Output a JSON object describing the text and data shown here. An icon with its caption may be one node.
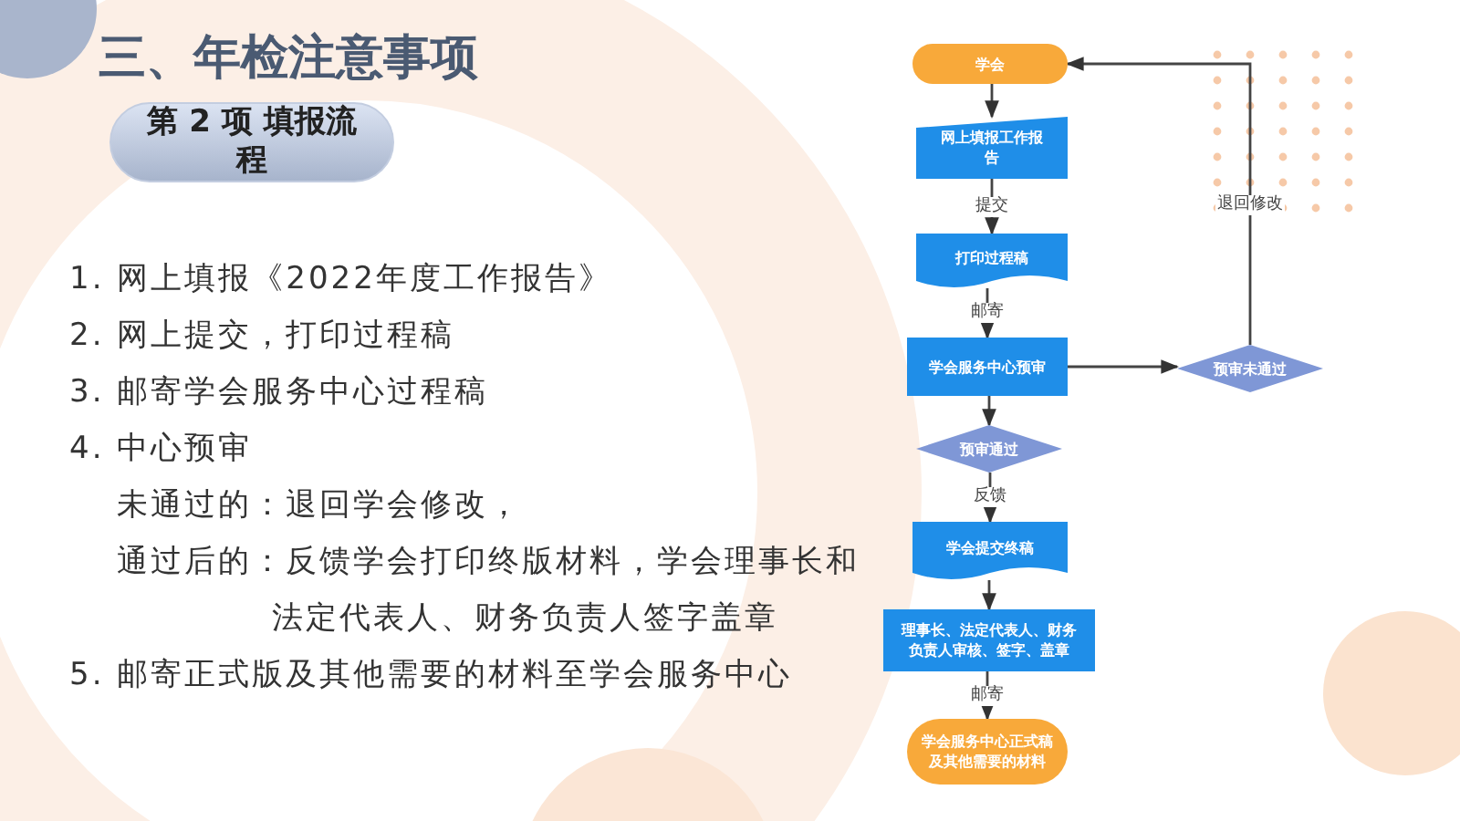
{
  "diagram": {
    "title": "三、年检注意事项",
    "nodes": [
      {
        "text": [
          "第 2 项 填报流程"
        ]
      },
      {
        "text": [
          "学会"
        ]
      },
      {
        "text": [
          "网上填报工作报告"
        ]
      },
      {
        "text": [
          "打印过程稿"
        ]
      },
      {
        "text": [
          "学会服务中心预审"
        ]
      },
      {
        "text": [
          "预审未通过"
        ]
      },
      {
        "text": [
          "预审通过"
        ]
      },
      {
        "text": [
          "学会提交终稿"
        ]
      },
      {
        "text": [
          "理事长、法定代表人、财务负责人审核、签字、盖章"
        ]
      },
      {
        "text": [
          "学会服务中心正式稿及其他需要的材料"
        ]
      }
    ],
    "edges": [
      {
        "from": 1,
        "to": 2,
        "arrow": "to"
      },
      {
        "from": 2,
        "to": 3,
        "arrow": "to",
        "label": "提交"
      },
      {
        "from": 3,
        "to": 4,
        "arrow": "to",
        "label": "邮寄"
      },
      {
        "from": 4,
        "to": 5,
        "arrow": "to"
      },
      {
        "from": 5,
        "to": 1,
        "arrow": "to",
        "label": "退回修改"
      },
      {
        "from": 4,
        "to": 6,
        "arrow": "to"
      },
      {
        "from": 6,
        "to": 7,
        "arrow": "to",
        "label": "反馈"
      },
      {
        "from": 7,
        "to": 8,
        "arrow": "to"
      },
      {
        "from": 8,
        "to": 9,
        "arrow": "to",
        "label": "邮寄"
      }
    ],
    "labels": [
      "1. 网上填报《2022年度工作报告》",
      "2. 网上提交，打印过程稿",
      "3. 邮寄学会服务中心过程稿",
      "4. 中心预审",
      "未通过的：退回学会修改，",
      "通过后的：反馈学会打印终版材料，学会理事长和法定代表人、财务负责人签字盖章",
      "5. 邮寄正式版及其他需要的材料至学会服务中心"
    ]
  }
}
